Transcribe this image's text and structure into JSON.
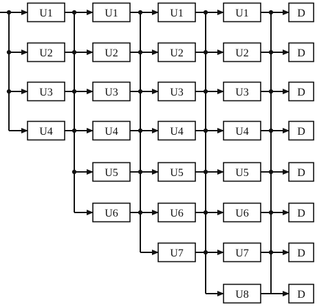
{
  "diagram": {
    "columns": [
      {
        "blocks": [
          "U1",
          "U2",
          "U3",
          "U4"
        ]
      },
      {
        "blocks": [
          "U1",
          "U2",
          "U3",
          "U4",
          "U5",
          "U6"
        ]
      },
      {
        "blocks": [
          "U1",
          "U2",
          "U3",
          "U4",
          "U5",
          "U6",
          "U7"
        ]
      },
      {
        "blocks": [
          "U1",
          "U2",
          "U3",
          "U4",
          "U5",
          "U6",
          "U7",
          "U8"
        ]
      },
      {
        "blocks": [
          "D",
          "D",
          "D",
          "D",
          "D",
          "D",
          "D",
          "D"
        ]
      }
    ],
    "colors": {
      "stroke": "#111111",
      "fill": "#ffffff"
    }
  }
}
